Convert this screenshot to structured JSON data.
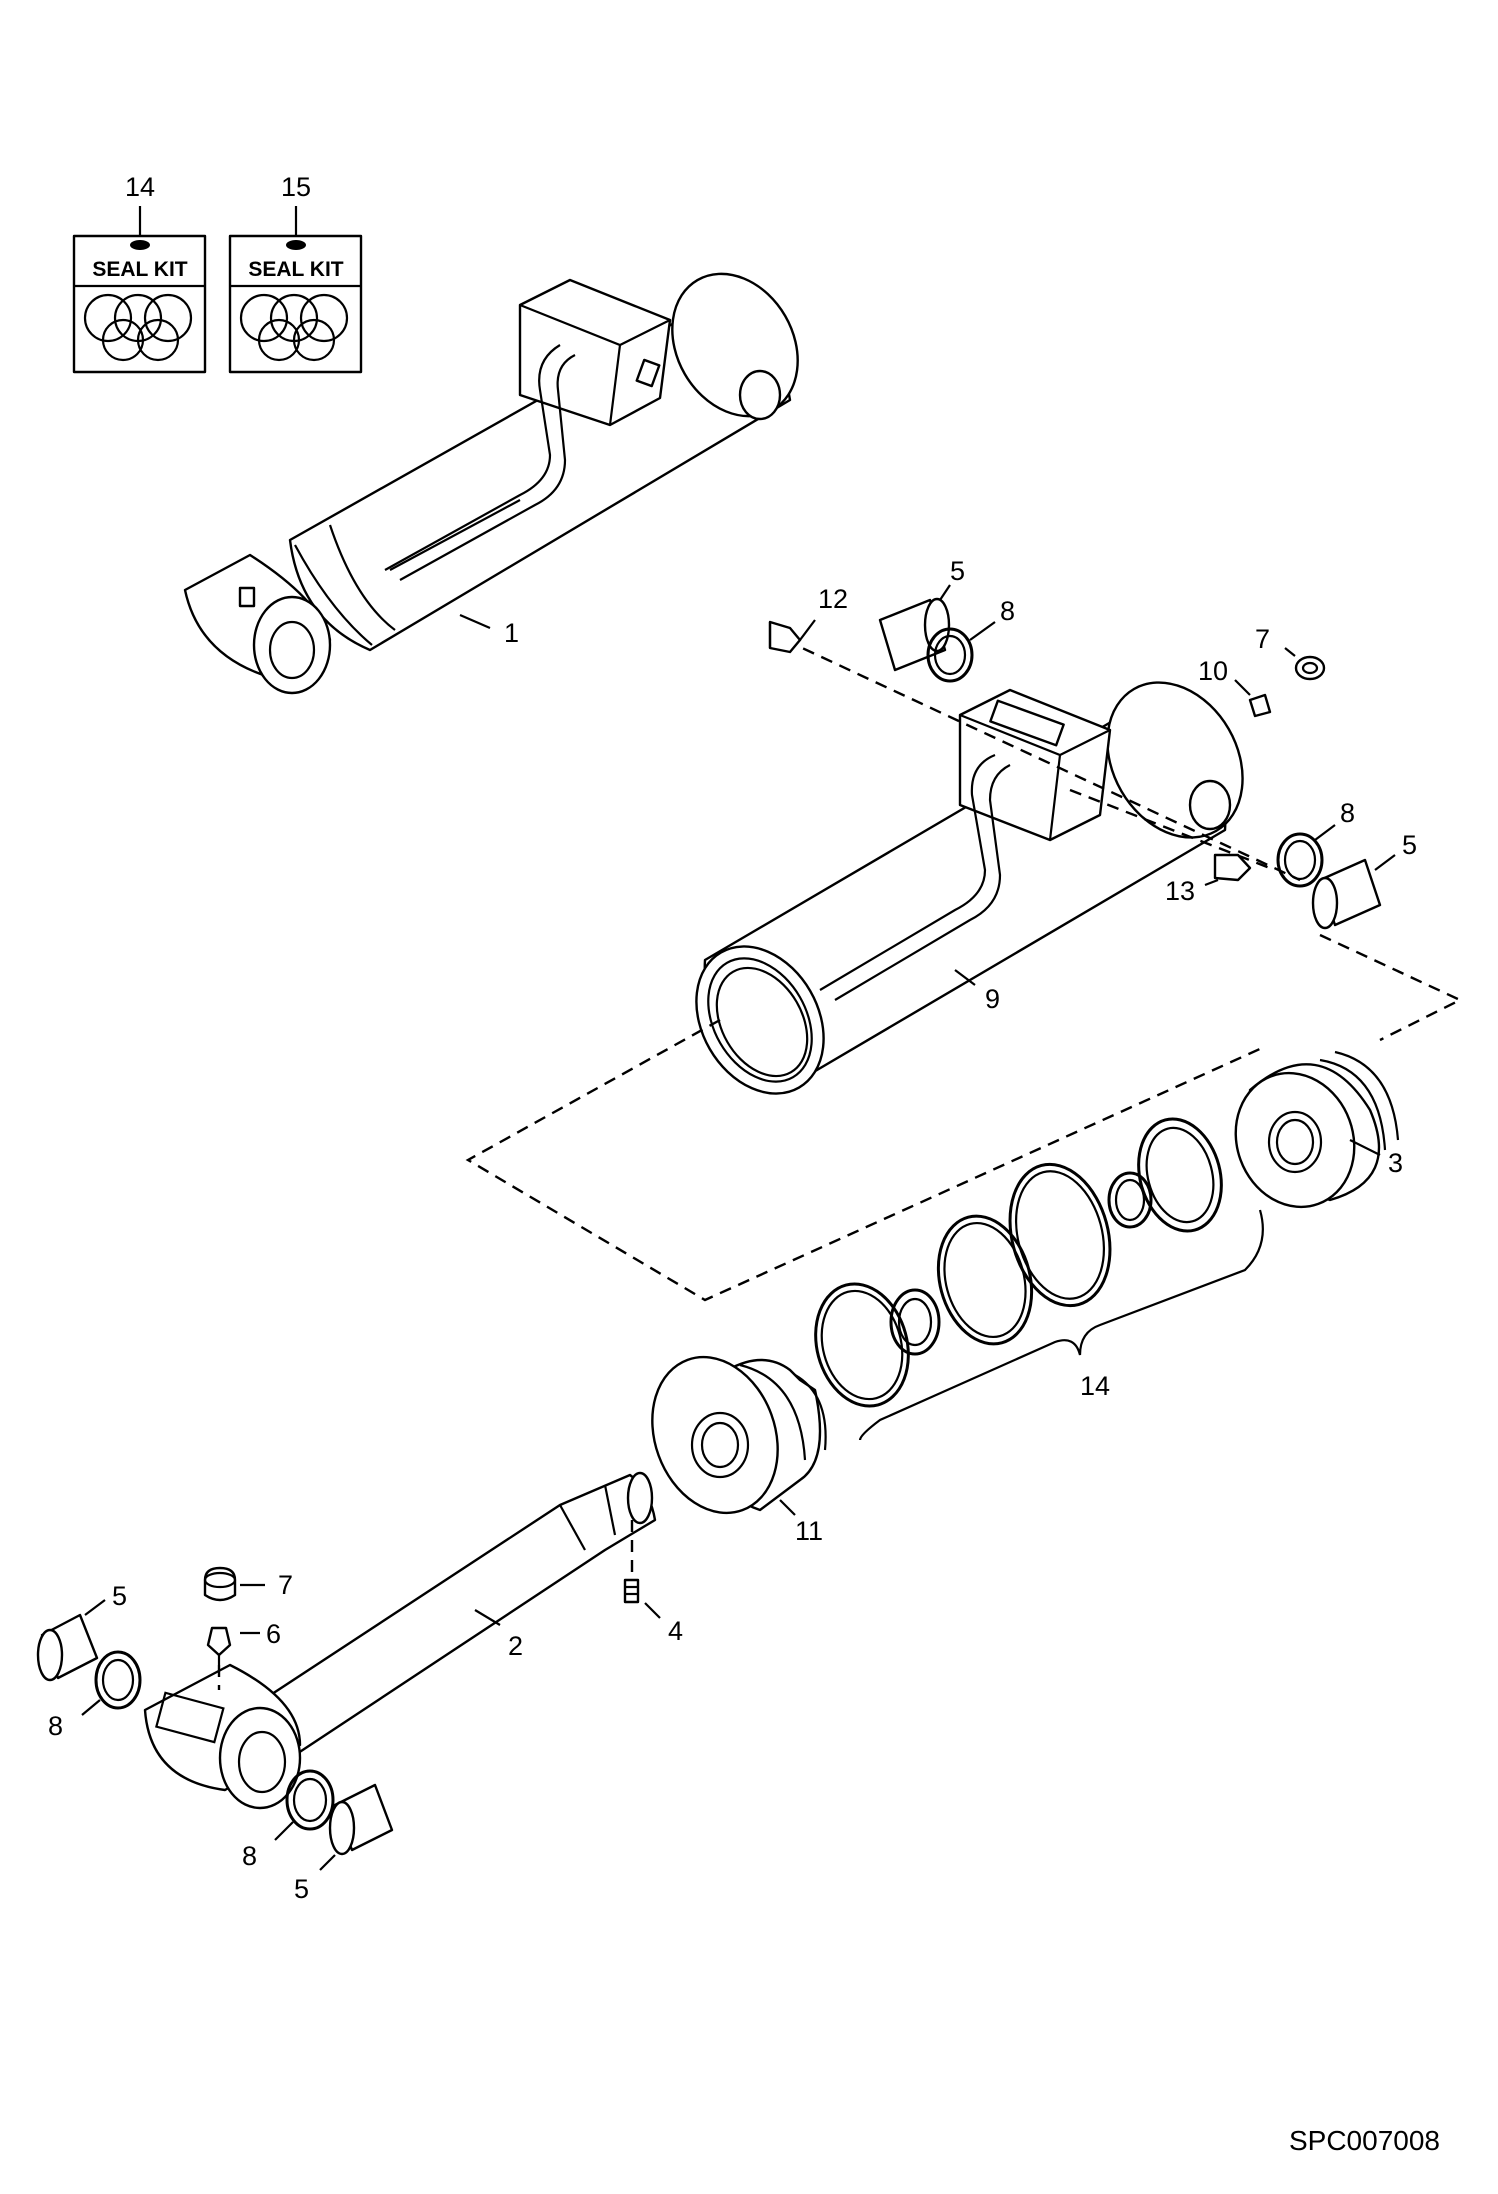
{
  "drawing_code": "SPC007008",
  "seal_kits": [
    {
      "number": "14",
      "text": "SEAL KIT"
    },
    {
      "number": "15",
      "text": "SEAL KIT"
    }
  ],
  "callouts": {
    "c1": "1",
    "c2": "2",
    "c3": "3",
    "c4": "4",
    "c5a": "5",
    "c5b": "5",
    "c5c": "5",
    "c5d": "5",
    "c6": "6",
    "c7a": "7",
    "c7b": "7",
    "c8a": "8",
    "c8b": "8",
    "c8c": "8",
    "c8d": "8",
    "c9": "9",
    "c10": "10",
    "c11": "11",
    "c12": "12",
    "c13": "13",
    "c14": "14"
  }
}
